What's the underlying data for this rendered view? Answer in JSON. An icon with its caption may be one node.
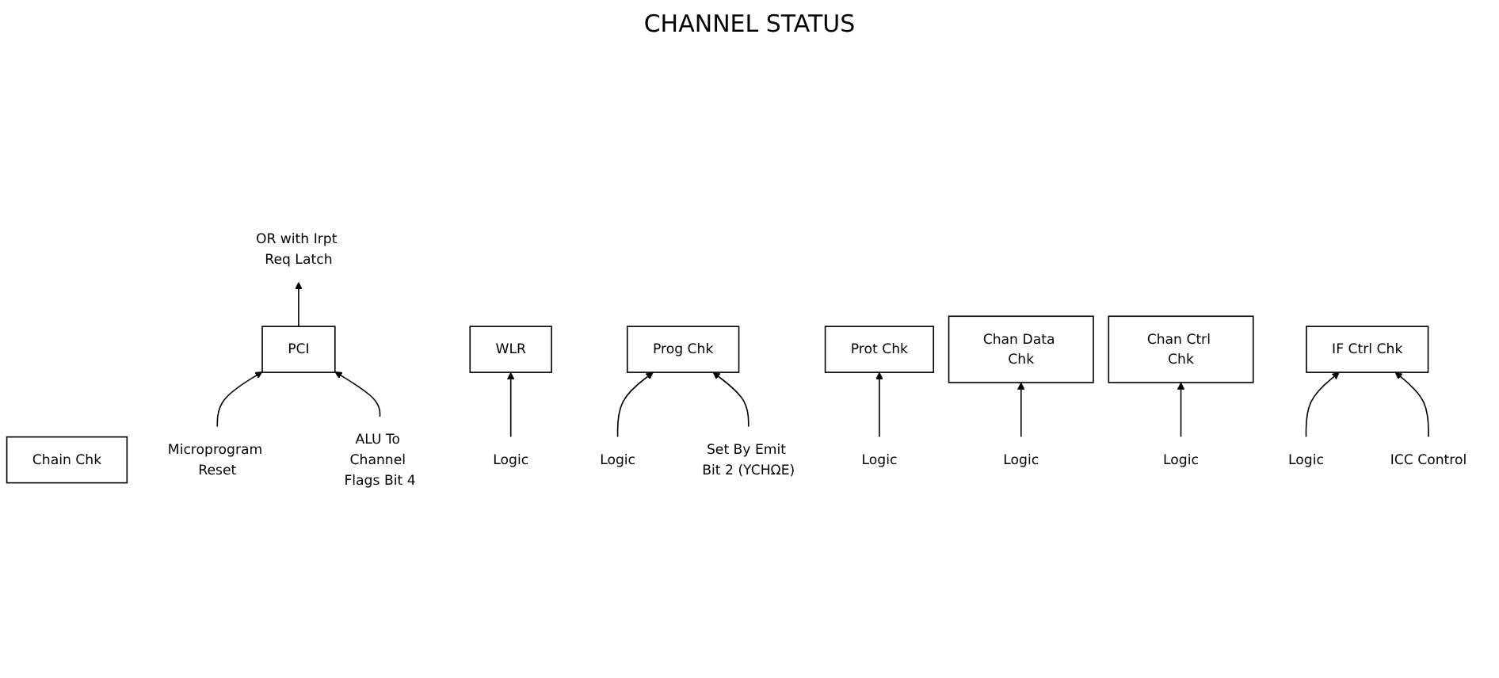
{
  "diagram": {
    "title": "CHANNEL STATUS",
    "nodes": [
      {
        "text": [
          "PCI"
        ]
      },
      {
        "text": [
          "WLR"
        ]
      },
      {
        "text": [
          "Prog Chk"
        ]
      },
      {
        "text": [
          "Prot Chk"
        ]
      },
      {
        "text": [
          "Chan Data Chk"
        ]
      },
      {
        "text": [
          "Chan Ctrl Chk"
        ]
      },
      {
        "text": [
          "IF Ctrl Chk"
        ]
      },
      {
        "text": [
          "Chain Chk"
        ]
      },
      {
        "text": [
          "Microprogram Reset"
        ]
      },
      {
        "text": [
          "OR with Irpt Req Latch"
        ]
      },
      {
        "text": [
          "ALU To Channel Flags Bit 4"
        ]
      },
      {
        "text": [
          "Logic"
        ]
      },
      {
        "text": [
          "Logic"
        ]
      },
      {
        "text": [
          "Set By Emit Bit 2 (YCHΩE)"
        ]
      },
      {
        "text": [
          "Logic"
        ]
      },
      {
        "text": [
          "Logic"
        ]
      },
      {
        "text": [
          "Logic"
        ]
      },
      {
        "text": [
          "Logic"
        ]
      },
      {
        "text": [
          "ICC Control"
        ]
      }
    ],
    "edges": [
      {
        "from": 8,
        "to": 0,
        "arrow": "to"
      },
      {
        "from": 0,
        "to": 9,
        "arrow": "to"
      },
      {
        "from": 10,
        "to": 0,
        "arrow": "to"
      },
      {
        "from": 11,
        "to": 1,
        "arrow": "to"
      },
      {
        "from": 12,
        "to": 2,
        "arrow": "to"
      },
      {
        "from": 13,
        "to": 2,
        "arrow": "to"
      },
      {
        "from": 14,
        "to": 3,
        "arrow": "to"
      },
      {
        "from": 15,
        "to": 4,
        "arrow": "to"
      },
      {
        "from": 16,
        "to": 5,
        "arrow": "to"
      },
      {
        "from": 17,
        "to": 6,
        "arrow": "to"
      },
      {
        "from": 18,
        "to": 6,
        "arrow": "to"
      }
    ]
  }
}
